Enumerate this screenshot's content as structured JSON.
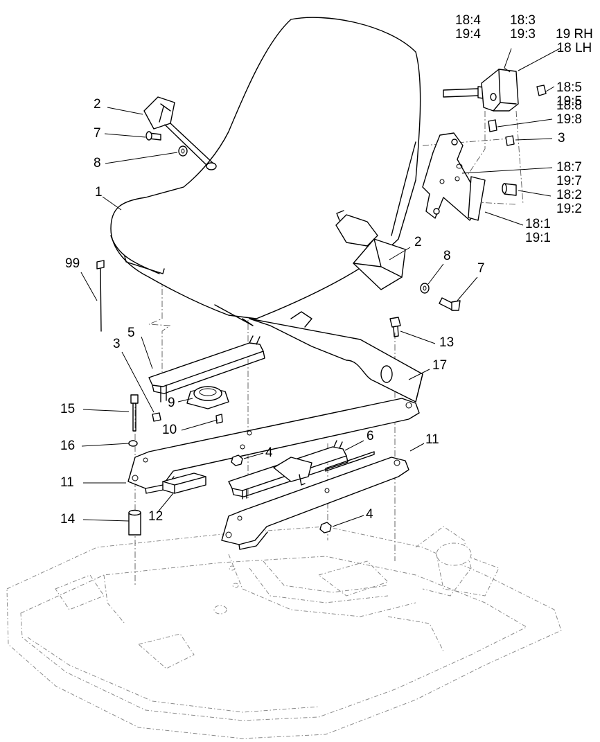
{
  "labels": {
    "l1": "1",
    "l2a": "2",
    "l2b": "2",
    "l3a": "3",
    "l3b": "3",
    "l4a": "4",
    "l4b": "4",
    "l5": "5",
    "l6": "6",
    "l7a": "7",
    "l7b": "7",
    "l8a": "8",
    "l8b": "8",
    "l9": "9",
    "l10": "10",
    "l11a": "11",
    "l11b": "11",
    "l12": "12",
    "l13": "13",
    "l14": "14",
    "l15": "15",
    "l16": "16",
    "l17": "17",
    "l99": "99",
    "l18_4": [
      "18:4",
      "19:4"
    ],
    "l18_3": [
      "18:3",
      "19:3"
    ],
    "l19rh": [
      "19 RH",
      "18 LH"
    ],
    "l18_5": [
      "18:5",
      "19:5"
    ],
    "l18_8": [
      "18:8",
      "19:8"
    ],
    "l18_7": [
      "18:7",
      "19:7"
    ],
    "l18_2": [
      "18:2",
      "19:2"
    ],
    "l18_1": [
      "18:1",
      "19:1"
    ]
  }
}
